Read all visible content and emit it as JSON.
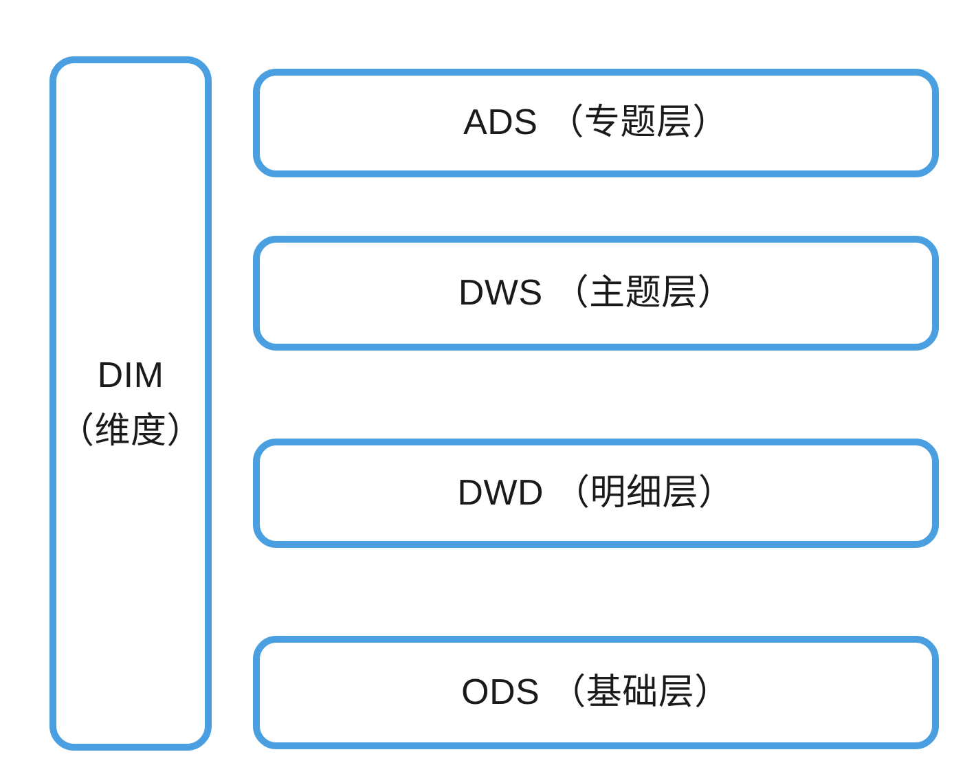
{
  "diagram": {
    "type": "data-warehouse-layer-stack",
    "background_color": "#ffffff",
    "accent_color": "#4a9fe0",
    "text_color": "#1a1a1a",
    "dimension_column": {
      "id": "DIM",
      "label": "DIM\n（维度）",
      "code": "DIM",
      "name_cn": "（维度）"
    },
    "layers": [
      {
        "id": "ADS",
        "label": "ADS （专题层）",
        "code": "ADS",
        "name_cn": "（专题层）",
        "order": 1
      },
      {
        "id": "DWS",
        "label": "DWS （主题层）",
        "code": "DWS",
        "name_cn": "（主题层）",
        "order": 2
      },
      {
        "id": "DWD",
        "label": "DWD （明细层）",
        "code": "DWD",
        "name_cn": "（明细层）",
        "order": 3
      },
      {
        "id": "ODS",
        "label": "ODS （基础层）",
        "code": "ODS",
        "name_cn": "（基础层）",
        "order": 4
      }
    ]
  }
}
